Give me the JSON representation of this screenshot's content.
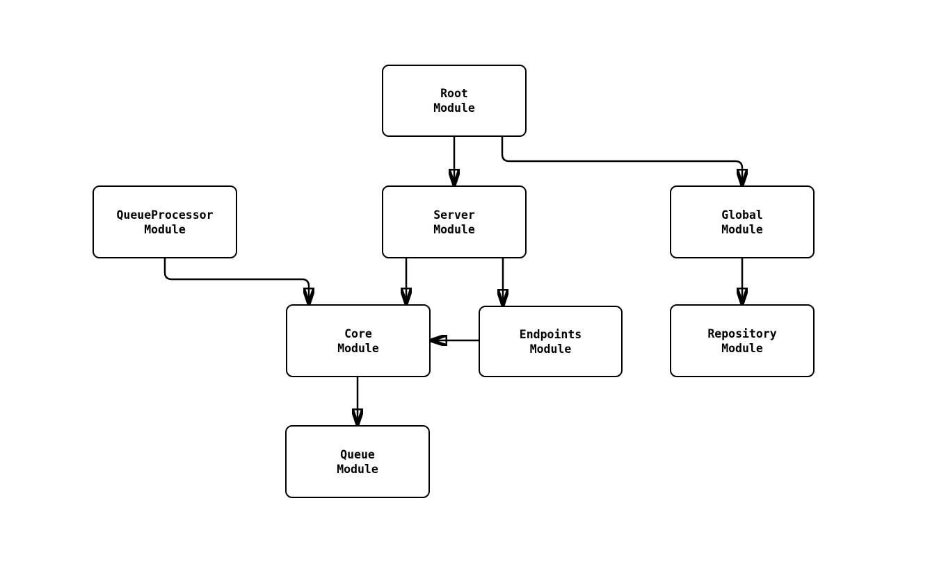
{
  "diagram": {
    "type": "flowchart",
    "colors": {
      "background": "#ffffff",
      "node_fill": "#ffffff",
      "node_border": "#000000",
      "edge_stroke": "#000000",
      "text": "#000000"
    },
    "nodes": {
      "root": {
        "label": "Root\nModule"
      },
      "qp": {
        "label": "QueueProcessor\nModule"
      },
      "server": {
        "label": "Server\nModule"
      },
      "global": {
        "label": "Global\nModule"
      },
      "core": {
        "label": "Core\nModule"
      },
      "endpoints": {
        "label": "Endpoints\nModule"
      },
      "repository": {
        "label": "Repository\nModule"
      },
      "queue": {
        "label": "Queue\nModule"
      }
    },
    "edges": [
      {
        "from": "Root Module",
        "to": "Server Module"
      },
      {
        "from": "Root Module",
        "to": "Global Module"
      },
      {
        "from": "QueueProcessor Module",
        "to": "Core Module"
      },
      {
        "from": "Server Module",
        "to": "Core Module"
      },
      {
        "from": "Server Module",
        "to": "Endpoints Module"
      },
      {
        "from": "Endpoints Module",
        "to": "Core Module"
      },
      {
        "from": "Global Module",
        "to": "Repository Module"
      },
      {
        "from": "Core Module",
        "to": "Queue Module"
      }
    ]
  }
}
